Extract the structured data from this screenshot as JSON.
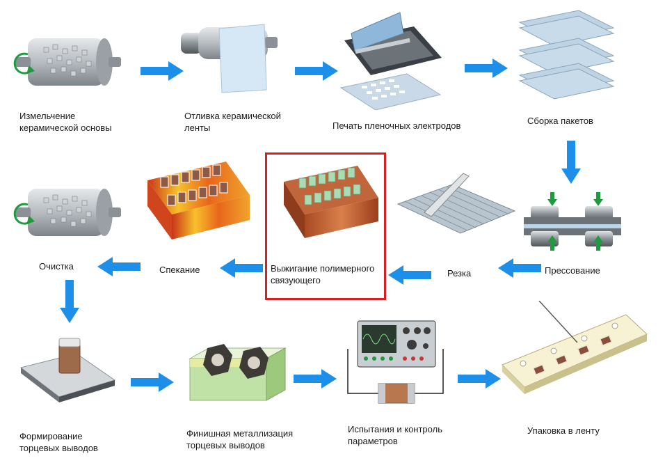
{
  "steps": {
    "grinding": "Измельчение\nкерамической основы",
    "casting": "Отливка керамической\nленты",
    "printing": "Печать пленочных электродов",
    "stacking": "Сборка пакетов",
    "pressing": "Прессование",
    "cutting": "Резка",
    "burnout": "Выжигание полимерного\nсвязующего",
    "sintering": "Спекание",
    "cleaning": "Очистка",
    "terminations": "Формирование\nторцевых выводов",
    "plating": "Финишная металлизация\nторцевых выводов",
    "testing": "Испытания и контроль\nпараметров",
    "packaging": "Упаковка в ленту"
  },
  "highlighted_step": "burnout",
  "colors": {
    "arrow": "#1e8fe8",
    "highlight_border": "#d42020",
    "kiln_hot": "#f2a21a",
    "kiln_red": "#c9351a",
    "ceramic_body": "#a8b0b8",
    "tape": "#cfe3f2"
  }
}
